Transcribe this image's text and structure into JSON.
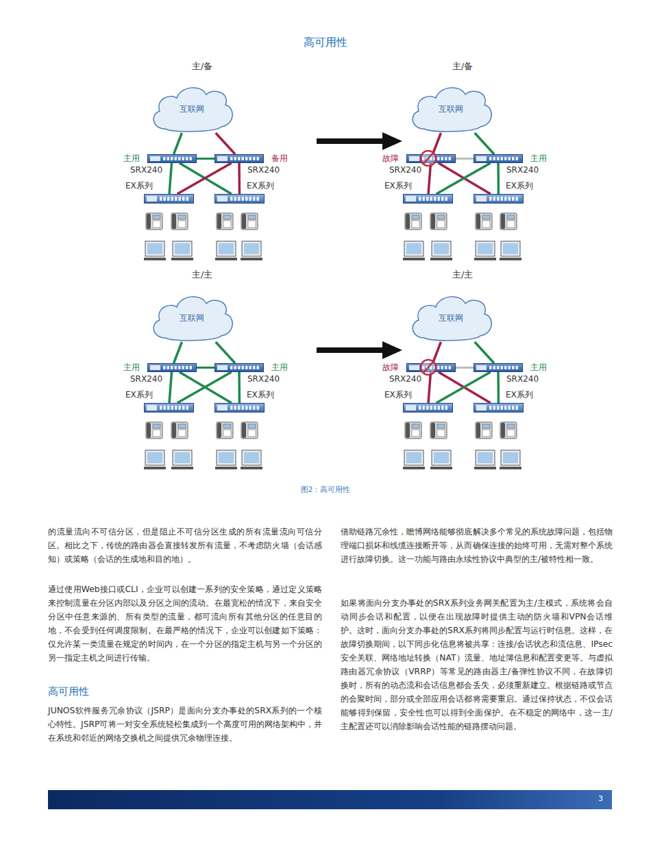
{
  "diagram": {
    "title": "高可用性",
    "caption": "图2：高可用性",
    "nodes": [
      {
        "text": [
          "互联网"
        ]
      },
      {
        "text": [
          "主用",
          "SRX240"
        ]
      },
      {
        "text": [
          "备用",
          "SRX240"
        ]
      },
      {
        "text": [
          "EX系列"
        ]
      },
      {
        "text": [
          "EX系列"
        ]
      },
      {
        "text": [
          "互联网"
        ]
      },
      {
        "text": [
          "故障",
          "SRX240"
        ]
      },
      {
        "text": [
          "主用",
          "SRX240"
        ]
      },
      {
        "text": [
          "EX系列"
        ]
      },
      {
        "text": [
          "EX系列"
        ]
      },
      {
        "text": [
          "互联网"
        ]
      },
      {
        "text": [
          "主用",
          "SRX240"
        ]
      },
      {
        "text": [
          "主用",
          "SRX240"
        ]
      },
      {
        "text": [
          "EX系列"
        ]
      },
      {
        "text": [
          "EX系列"
        ]
      },
      {
        "text": [
          "互联网"
        ]
      },
      {
        "text": [
          "故障",
          "SRX240"
        ]
      },
      {
        "text": [
          "主用",
          "SRX240"
        ]
      },
      {
        "text": [
          "EX系列"
        ]
      },
      {
        "text": [
          "EX系列"
        ]
      }
    ],
    "edges": [
      {
        "from": 0,
        "to": 1,
        "arrow": "none"
      },
      {
        "from": 0,
        "to": 2,
        "arrow": "none"
      },
      {
        "from": 1,
        "to": 2,
        "arrow": "none"
      },
      {
        "from": 1,
        "to": 3,
        "arrow": "none"
      },
      {
        "from": 1,
        "to": 4,
        "arrow": "none"
      },
      {
        "from": 2,
        "to": 3,
        "arrow": "none"
      },
      {
        "from": 2,
        "to": 4,
        "arrow": "none"
      },
      {
        "from": 5,
        "to": 6,
        "arrow": "none"
      },
      {
        "from": 5,
        "to": 7,
        "arrow": "none"
      },
      {
        "from": 6,
        "to": 7,
        "arrow": "none"
      },
      {
        "from": 6,
        "to": 8,
        "arrow": "none"
      },
      {
        "from": 6,
        "to": 9,
        "arrow": "none"
      },
      {
        "from": 7,
        "to": 8,
        "arrow": "none"
      },
      {
        "from": 7,
        "to": 9,
        "arrow": "none"
      },
      {
        "from": 10,
        "to": 11,
        "arrow": "none"
      },
      {
        "from": 10,
        "to": 12,
        "arrow": "none"
      },
      {
        "from": 11,
        "to": 12,
        "arrow": "none"
      },
      {
        "from": 11,
        "to": 13,
        "arrow": "none"
      },
      {
        "from": 11,
        "to": 14,
        "arrow": "none"
      },
      {
        "from": 12,
        "to": 13,
        "arrow": "none"
      },
      {
        "from": 12,
        "to": 14,
        "arrow": "none"
      },
      {
        "from": 15,
        "to": 16,
        "arrow": "none"
      },
      {
        "from": 15,
        "to": 17,
        "arrow": "none"
      },
      {
        "from": 16,
        "to": 17,
        "arrow": "none"
      },
      {
        "from": 16,
        "to": 18,
        "arrow": "none"
      },
      {
        "from": 16,
        "to": 19,
        "arrow": "none"
      },
      {
        "from": 17,
        "to": 18,
        "arrow": "none"
      },
      {
        "from": 17,
        "to": 19,
        "arrow": "none"
      }
    ],
    "labels": [
      "主/备",
      "主/备",
      "主/主",
      "主/主",
      "的流量流向不可信分区，但是阻止不可信分区生成的所有流量流向可信分区。相比之下，传统的路由器会直接转发所有流量，不考虑防火墙（会话感知）或策略（会话的生成地和目的地）。",
      "通过使用Web接口或CLI，企业可以创建一系列的安全策略，通过定义策略来控制流量在分区内部以及分区之间的流动。在最宽松的情况下，来自安全分区中任意来源的、所有类型的流量，都可流向所有其他分区的任意目的地，不会受到任何调度限制。在最严格的情况下，企业可以创建如下策略：仅允许某一类流量在规定的时间内，在一个分区的指定主机与另一个分区的另一指定主机之间进行传输。",
      "高可用性",
      "JUNOS软件服务冗余协议（JSRP）是面向分支办事处的SRX系列的一个核心特性。JSRP可将一对安全系统轻松集成到一个高度可用的网络架构中，并在系统和邻近的网络交换机之间提供冗余物理连接。",
      "借助链路冗余性，瞻博网络能够彻底解决多个常见的系统故障问题，包括物理端口损坏和线缆连接断开等，从而确保连接的始终可用，无需对整个系统进行故障切换。这一功能与路由永续性协议中典型的主/被特性相一致。",
      "如果将面向分支办事处的SRX系列业务网关配置为主/主模式，系统将会自动同步会话和配置，以便在出现故障时提供主动的防火墙和VPN会话维护。这时，面向分支办事处的SRX系列将同步配置与运行时信息。这样，在故障切换期间，以下同步化信息将被共享：连接/会话状态和流信息、IPsec安全关联、网络地址转换（NAT）流量、地址簿信息和配置变更等。与虚拟路由器冗余协议（VRRP）等常见的路由器主/备弹性协议不同，在故障切换时，所有的动态流和会话信息都会丢失，必须重新建立。根据链路或节点的会聚时间，部分或全部应用会话都将需要重启。通过保持状态，不仅会话能够得到保留，安全性也可以得到全面保护。在不稳定的网络中，这一主/主配置还可以消除影响会话性能的链路摆动问题。",
      "3"
    ]
  }
}
